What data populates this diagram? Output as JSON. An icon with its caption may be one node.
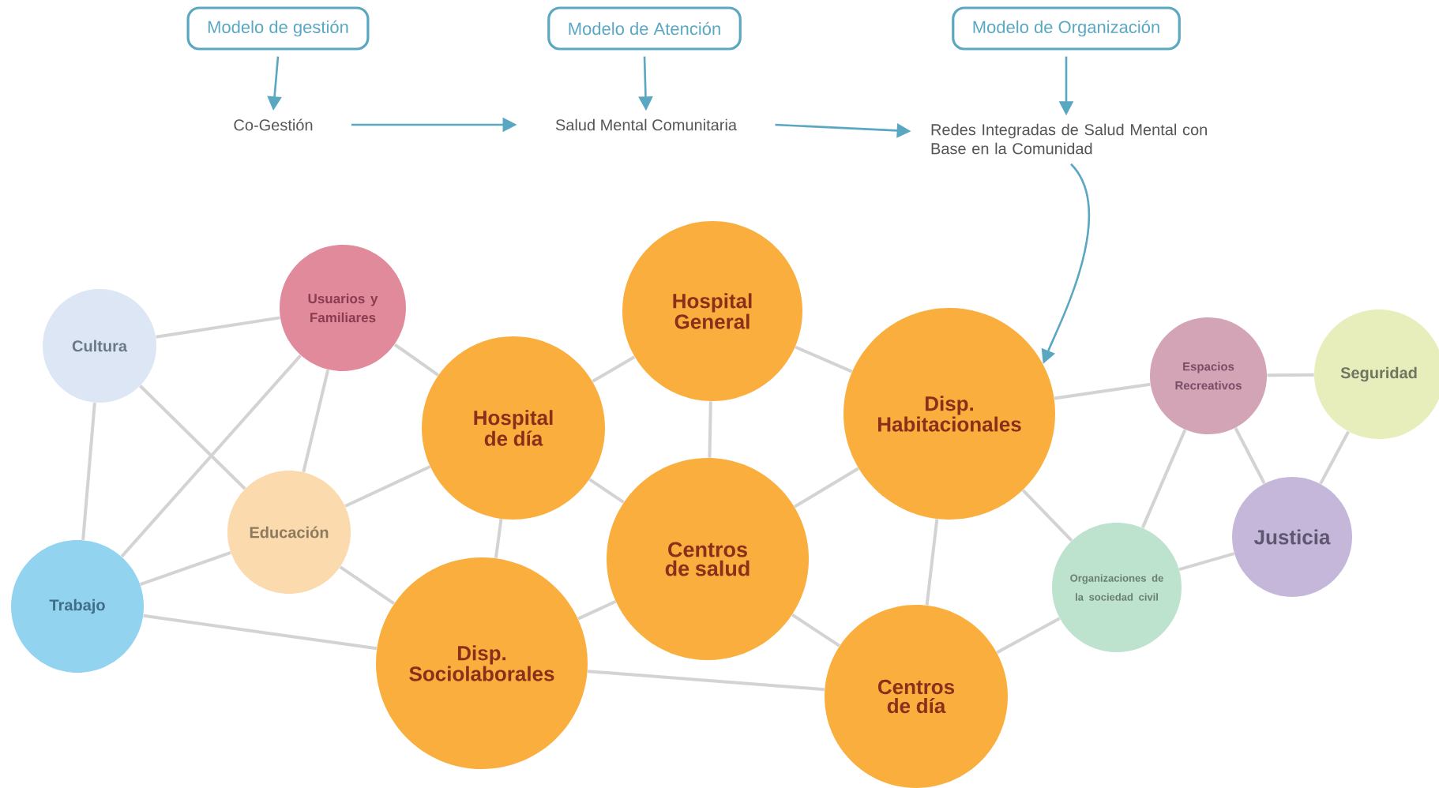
{
  "diagram": {
    "nodes": [
      {
        "text": [
          "Modelo de gestión"
        ]
      },
      {
        "text": [
          "Modelo de Atención"
        ]
      },
      {
        "text": [
          "Modelo de Organización"
        ]
      },
      {
        "text": [
          "Co-Gestión"
        ]
      },
      {
        "text": [
          "Salud Mental Comunitaria"
        ]
      },
      {
        "text": [
          "Redes Integradas de Salud Mental con Base en la Comunidad"
        ]
      },
      {
        "text": [
          "Cultura"
        ]
      },
      {
        "text": [
          "Usuarios y Familiares"
        ]
      },
      {
        "text": [
          "Hospital General"
        ]
      },
      {
        "text": [
          "Hospital de día"
        ]
      },
      {
        "text": [
          "Disp. Habitacionales"
        ]
      },
      {
        "text": [
          "Espacios Recreativos"
        ]
      },
      {
        "text": [
          "Seguridad"
        ]
      },
      {
        "text": [
          "Educación"
        ]
      },
      {
        "text": [
          "Centros de salud"
        ]
      },
      {
        "text": [
          "Trabajo"
        ]
      },
      {
        "text": [
          "Organizaciones de la sociedad civil"
        ]
      },
      {
        "text": [
          "Justicia"
        ]
      },
      {
        "text": [
          "Disp. Sociolaborales"
        ]
      },
      {
        "text": [
          "Centros de día"
        ]
      }
    ],
    "edges": [
      {
        "from": 0,
        "to": 3,
        "arrow": "to",
        "color": "#5aa7c2"
      },
      {
        "from": 1,
        "to": 4,
        "arrow": "to",
        "color": "#5aa7c2"
      },
      {
        "from": 2,
        "to": 5,
        "arrow": "to",
        "color": "#5aa7c2"
      },
      {
        "from": 3,
        "to": 4,
        "arrow": "to",
        "color": "#5aa7c2"
      },
      {
        "from": 4,
        "to": 5,
        "arrow": "to",
        "color": "#5aa7c2"
      },
      {
        "from": 5,
        "to": 10,
        "arrow": "to",
        "color": "#5aa7c2"
      },
      {
        "from": 6,
        "to": 7,
        "arrow": "none"
      },
      {
        "from": 6,
        "to": 13,
        "arrow": "none"
      },
      {
        "from": 6,
        "to": 15,
        "arrow": "none"
      },
      {
        "from": 7,
        "to": 9,
        "arrow": "none"
      },
      {
        "from": 7,
        "to": 13,
        "arrow": "none"
      },
      {
        "from": 7,
        "to": 15,
        "arrow": "none"
      },
      {
        "from": 8,
        "to": 9,
        "arrow": "none"
      },
      {
        "from": 8,
        "to": 14,
        "arrow": "none"
      },
      {
        "from": 8,
        "to": 10,
        "arrow": "none"
      },
      {
        "from": 9,
        "to": 13,
        "arrow": "none"
      },
      {
        "from": 9,
        "to": 14,
        "arrow": "none"
      },
      {
        "from": 9,
        "to": 18,
        "arrow": "none"
      },
      {
        "from": 13,
        "to": 15,
        "arrow": "none"
      },
      {
        "from": 13,
        "to": 18,
        "arrow": "none"
      },
      {
        "from": 15,
        "to": 18,
        "arrow": "none"
      },
      {
        "from": 18,
        "to": 19,
        "arrow": "none"
      },
      {
        "from": 14,
        "to": 18,
        "arrow": "none"
      },
      {
        "from": 14,
        "to": 10,
        "arrow": "none"
      },
      {
        "from": 14,
        "to": 19,
        "arrow": "none"
      },
      {
        "from": 10,
        "to": 19,
        "arrow": "none"
      },
      {
        "from": 10,
        "to": 11,
        "arrow": "none"
      },
      {
        "from": 10,
        "to": 16,
        "arrow": "none"
      },
      {
        "from": 11,
        "to": 12,
        "arrow": "none"
      },
      {
        "from": 11,
        "to": 16,
        "arrow": "none"
      },
      {
        "from": 11,
        "to": 17,
        "arrow": "none"
      },
      {
        "from": 12,
        "to": 17,
        "arrow": "none"
      },
      {
        "from": 16,
        "to": 17,
        "arrow": "none"
      },
      {
        "from": 19,
        "to": 16,
        "arrow": "none"
      }
    ]
  }
}
